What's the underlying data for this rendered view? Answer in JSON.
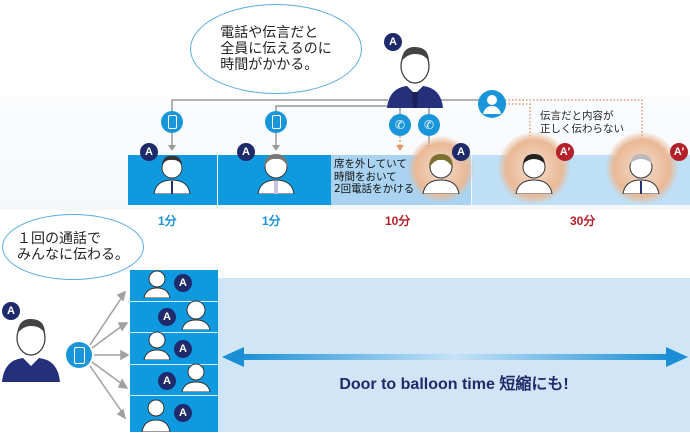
{
  "top_scenario": {
    "speech_bubble": "電話や伝言だと\n全員に伝えるのに\n時間がかかる。",
    "caller_badge": "A",
    "note_text": "伝言だと内容が\n正しく伝わらない",
    "absent_note": "席を外していて\n時間をおいて\n2回電話をかける",
    "recipients": [
      {
        "badge": "A",
        "time": "1分",
        "contact": "smartphone-icon"
      },
      {
        "badge": "A",
        "time": "1分",
        "contact": "smartphone-icon"
      },
      {
        "badge": "A",
        "time": "10分",
        "contact": "phone-call-icon"
      },
      {
        "badge": "A′",
        "time": "30分",
        "contact": "relay-message"
      },
      {
        "badge": "A′",
        "time": "",
        "contact": "relay-message"
      }
    ]
  },
  "bottom_scenario": {
    "speech_bubble": "１回の通話で\nみんなに伝わる。",
    "caller_badge": "A",
    "recipient_badges": [
      "A",
      "A",
      "A",
      "A",
      "A"
    ],
    "arrow_label": "Door to balloon time 短縮にも!"
  },
  "colors": {
    "blue": "#0f9ae0",
    "navy": "#1f2a6b",
    "red": "#b3202a",
    "time_blue": "#1a8fd6",
    "time_red": "#b3202a",
    "pale_band": "#d0e6f7"
  }
}
